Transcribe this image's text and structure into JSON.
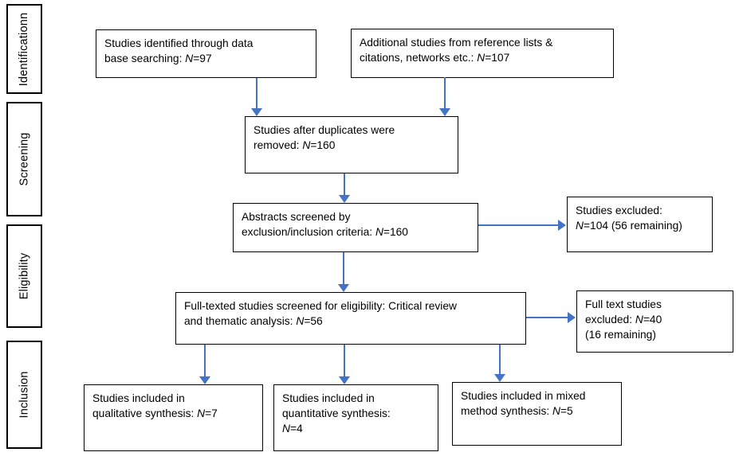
{
  "colors": {
    "arrow": "#4472C4",
    "box_border": "#000000",
    "background": "#ffffff",
    "text": "#000000"
  },
  "sidebar": {
    "stages": [
      {
        "label": "Identificationn"
      },
      {
        "label": "Screening"
      },
      {
        "label": "Eligibility"
      },
      {
        "label": "Inclusion"
      }
    ]
  },
  "boxes": [
    {
      "id": "studies-identified",
      "prefix": "Studies identified through data\nbase searching: ",
      "n": "N",
      "suffix": "=97"
    },
    {
      "id": "additional-studies",
      "prefix": "Additional studies from reference lists &\ncitations, networks etc.: ",
      "n": "N",
      "suffix": "=107"
    },
    {
      "id": "duplicates-removed",
      "prefix": "Studies after duplicates were\nremoved: ",
      "n": "N",
      "suffix": "=160"
    },
    {
      "id": "abstracts-screened",
      "prefix": "Abstracts screened by\nexclusion/inclusion criteria: ",
      "n": "N",
      "suffix": "=160"
    },
    {
      "id": "studies-excluded",
      "prefix": "Studies excluded:\n",
      "n": "N",
      "suffix": "=104 (56 remaining)"
    },
    {
      "id": "fulltext-screened",
      "prefix": "Full-texted studies screened for eligibility: Critical review\nand thematic analysis: ",
      "n": "N",
      "suffix": "=56"
    },
    {
      "id": "fulltext-excluded",
      "prefix": "Full text studies\nexcluded: ",
      "n": "N",
      "suffix": "=40\n(16 remaining)"
    },
    {
      "id": "qualitative-synthesis",
      "prefix": "Studies included in\nqualitative synthesis: ",
      "n": "N",
      "suffix": "=7"
    },
    {
      "id": "quantitative-synthesis",
      "prefix": "Studies included in\nquantitative synthesis:\n",
      "n": "N",
      "suffix": "=4"
    },
    {
      "id": "mixed-method-synthesis",
      "prefix": "Studies included in mixed\nmethod synthesis: ",
      "n": "N",
      "suffix": "=5"
    }
  ]
}
